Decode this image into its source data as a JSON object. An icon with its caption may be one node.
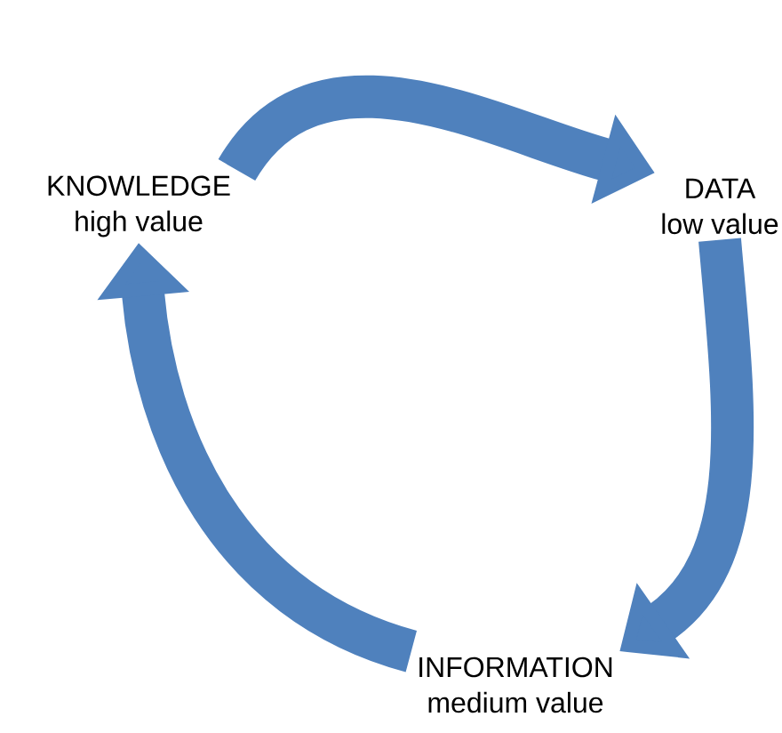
{
  "diagram": {
    "nodes": [
      {
        "text": [
          "KNOWLEDGE",
          "high value"
        ]
      },
      {
        "text": [
          "DATA",
          "low value"
        ]
      },
      {
        "text": [
          "INFORMATION",
          "medium value"
        ]
      }
    ],
    "edges": [
      {
        "from": 0,
        "to": 1,
        "arrow": "to"
      },
      {
        "from": 1,
        "to": 2,
        "arrow": "to"
      },
      {
        "from": 2,
        "to": 0,
        "arrow": "to"
      }
    ]
  }
}
